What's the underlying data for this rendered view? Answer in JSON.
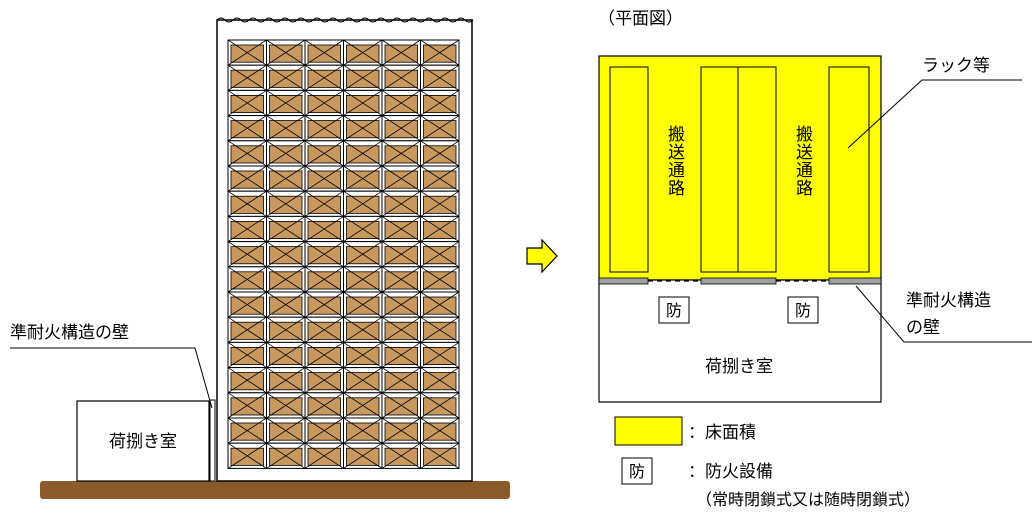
{
  "left": {
    "wall_label": "準耐火構造の壁",
    "room_label": "荷捌き室"
  },
  "plan": {
    "title": "（平面図）",
    "corridor_label": "搬送通路",
    "rack_label": "ラック等",
    "wall_label": [
      "準耐火構造",
      "の壁"
    ],
    "fire_mark": "防",
    "room_label": "荷捌き室"
  },
  "legend": {
    "floor_label": "：床面積",
    "fire_label": "：防火設備",
    "fire_note": "（常時閉鎖式又は随時閉鎖式）"
  },
  "colors": {
    "floor": "#ffff00",
    "box": "#c8985e",
    "shelf": "#ffffff",
    "ground": "#8b5a2b",
    "wall": "#a0a0a0"
  }
}
